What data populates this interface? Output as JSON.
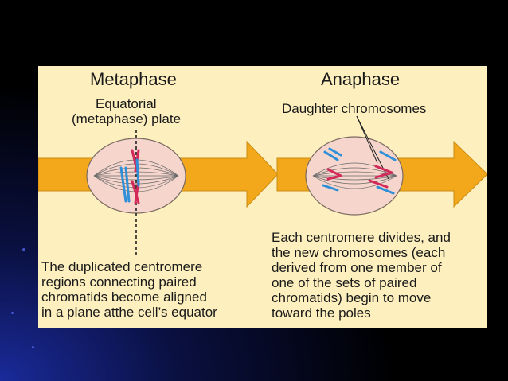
{
  "metaphase": {
    "title": "Metaphase",
    "plate_label": [
      "Equatorial",
      "(metaphase) plate"
    ],
    "caption": [
      "The duplicated centromere",
      "regions connecting paired",
      "chromatids become aligned",
      "in a plane atthe cell’s equator"
    ]
  },
  "anaphase": {
    "title": "Anaphase",
    "daughter_label": "Daughter chromosomes",
    "caption": [
      "Each centromere divides, and",
      "the new chromosomes (each",
      "derived from one member of",
      "one of the sets of paired",
      "chromatids) begin to move",
      "toward the poles"
    ]
  },
  "colors": {
    "panel": "#fdf0be",
    "arrow": "#f3a81c",
    "cell": "#f5d5cc",
    "chromosome_blue": "#2f8fd8",
    "chromosome_red": "#d42a5a"
  }
}
